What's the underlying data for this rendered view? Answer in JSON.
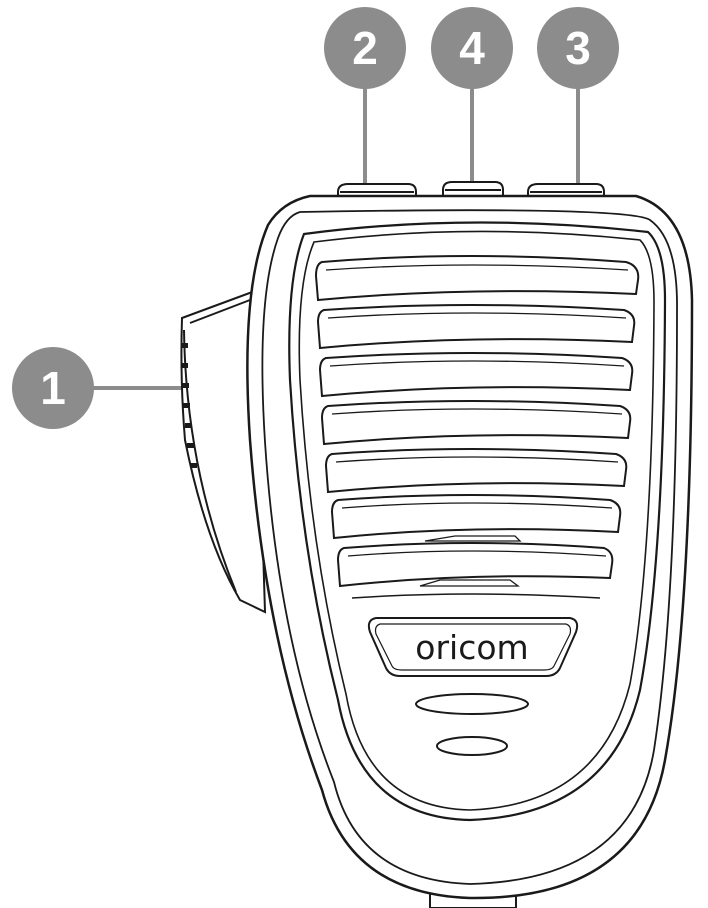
{
  "brand": {
    "name": "oricom"
  },
  "callouts": [
    {
      "id": "1",
      "label": "1"
    },
    {
      "id": "2",
      "label": "2"
    },
    {
      "id": "3",
      "label": "3"
    },
    {
      "id": "4",
      "label": "4"
    }
  ],
  "colors": {
    "callout_fill": "#8c8c8c",
    "callout_text": "#ffffff",
    "leader_line": "#8c8c8c",
    "outline": "#1a1a1a",
    "background": "#ffffff"
  }
}
